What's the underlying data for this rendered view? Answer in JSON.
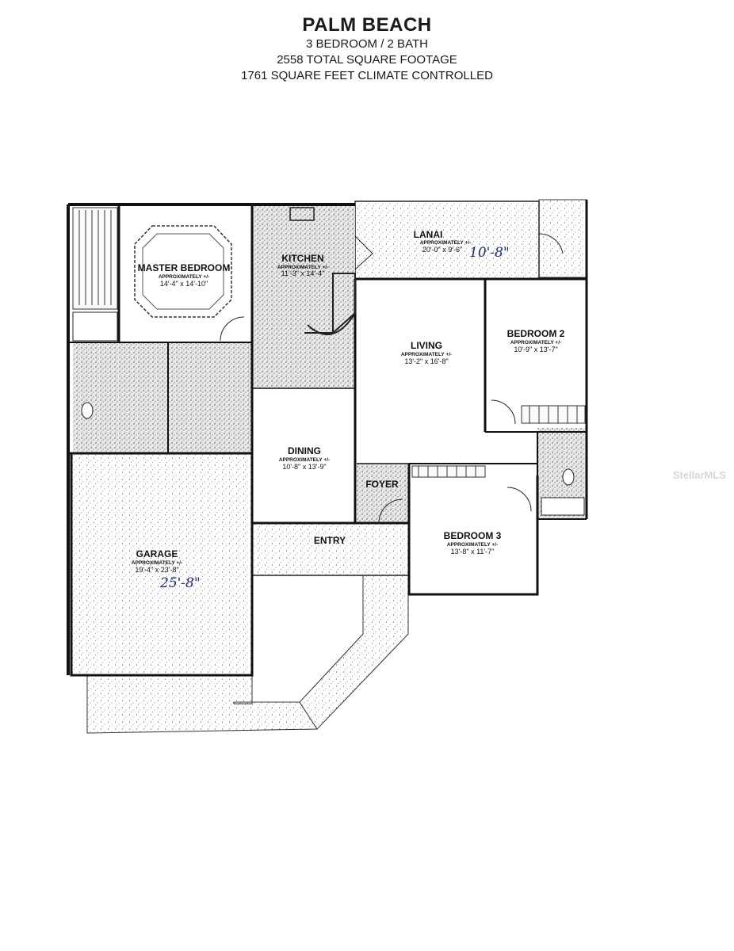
{
  "header": {
    "title": "PALM BEACH",
    "line1": "3 BEDROOM / 2 BATH",
    "line2": "2558 TOTAL SQUARE FOOTAGE",
    "line3": "1761 SQUARE FEET CLIMATE CONTROLLED"
  },
  "rooms": {
    "lanai": {
      "name": "LANAI",
      "approx": "APPROXIMATELY +/-",
      "dim": "20'-0\" x 9'-6\"",
      "handwritten": "10'-8\""
    },
    "master": {
      "name": "MASTER BEDROOM",
      "approx": "APPROXIMATELY +/-",
      "dim": "14'-4\" x 14'-10\""
    },
    "kitchen": {
      "name": "KITCHEN",
      "approx": "APPROXIMATELY +/-",
      "dim": "11'-3\" x 14'-4\""
    },
    "living": {
      "name": "LIVING",
      "approx": "APPROXIMATELY +/-",
      "dim": "13'-2\" x 16'-8\""
    },
    "bedroom2": {
      "name": "BEDROOM 2",
      "approx": "APPROXIMATELY +/-",
      "dim": "10'-9\" x 13'-7\""
    },
    "dining": {
      "name": "DINING",
      "approx": "APPROXIMATELY +/-",
      "dim": "10'-8\" x 13'-9\""
    },
    "foyer": {
      "name": "FOYER"
    },
    "entry": {
      "name": "ENTRY"
    },
    "bedroom3": {
      "name": "BEDROOM 3",
      "approx": "APPROXIMATELY +/-",
      "dim": "13'-8\" x 11'-7\""
    },
    "garage": {
      "name": "GARAGE",
      "approx": "APPROXIMATELY +/-",
      "dim": "19'-4\" x 23'-8\"",
      "handwritten": "25'-8\""
    }
  },
  "watermark": "StellarMLS"
}
